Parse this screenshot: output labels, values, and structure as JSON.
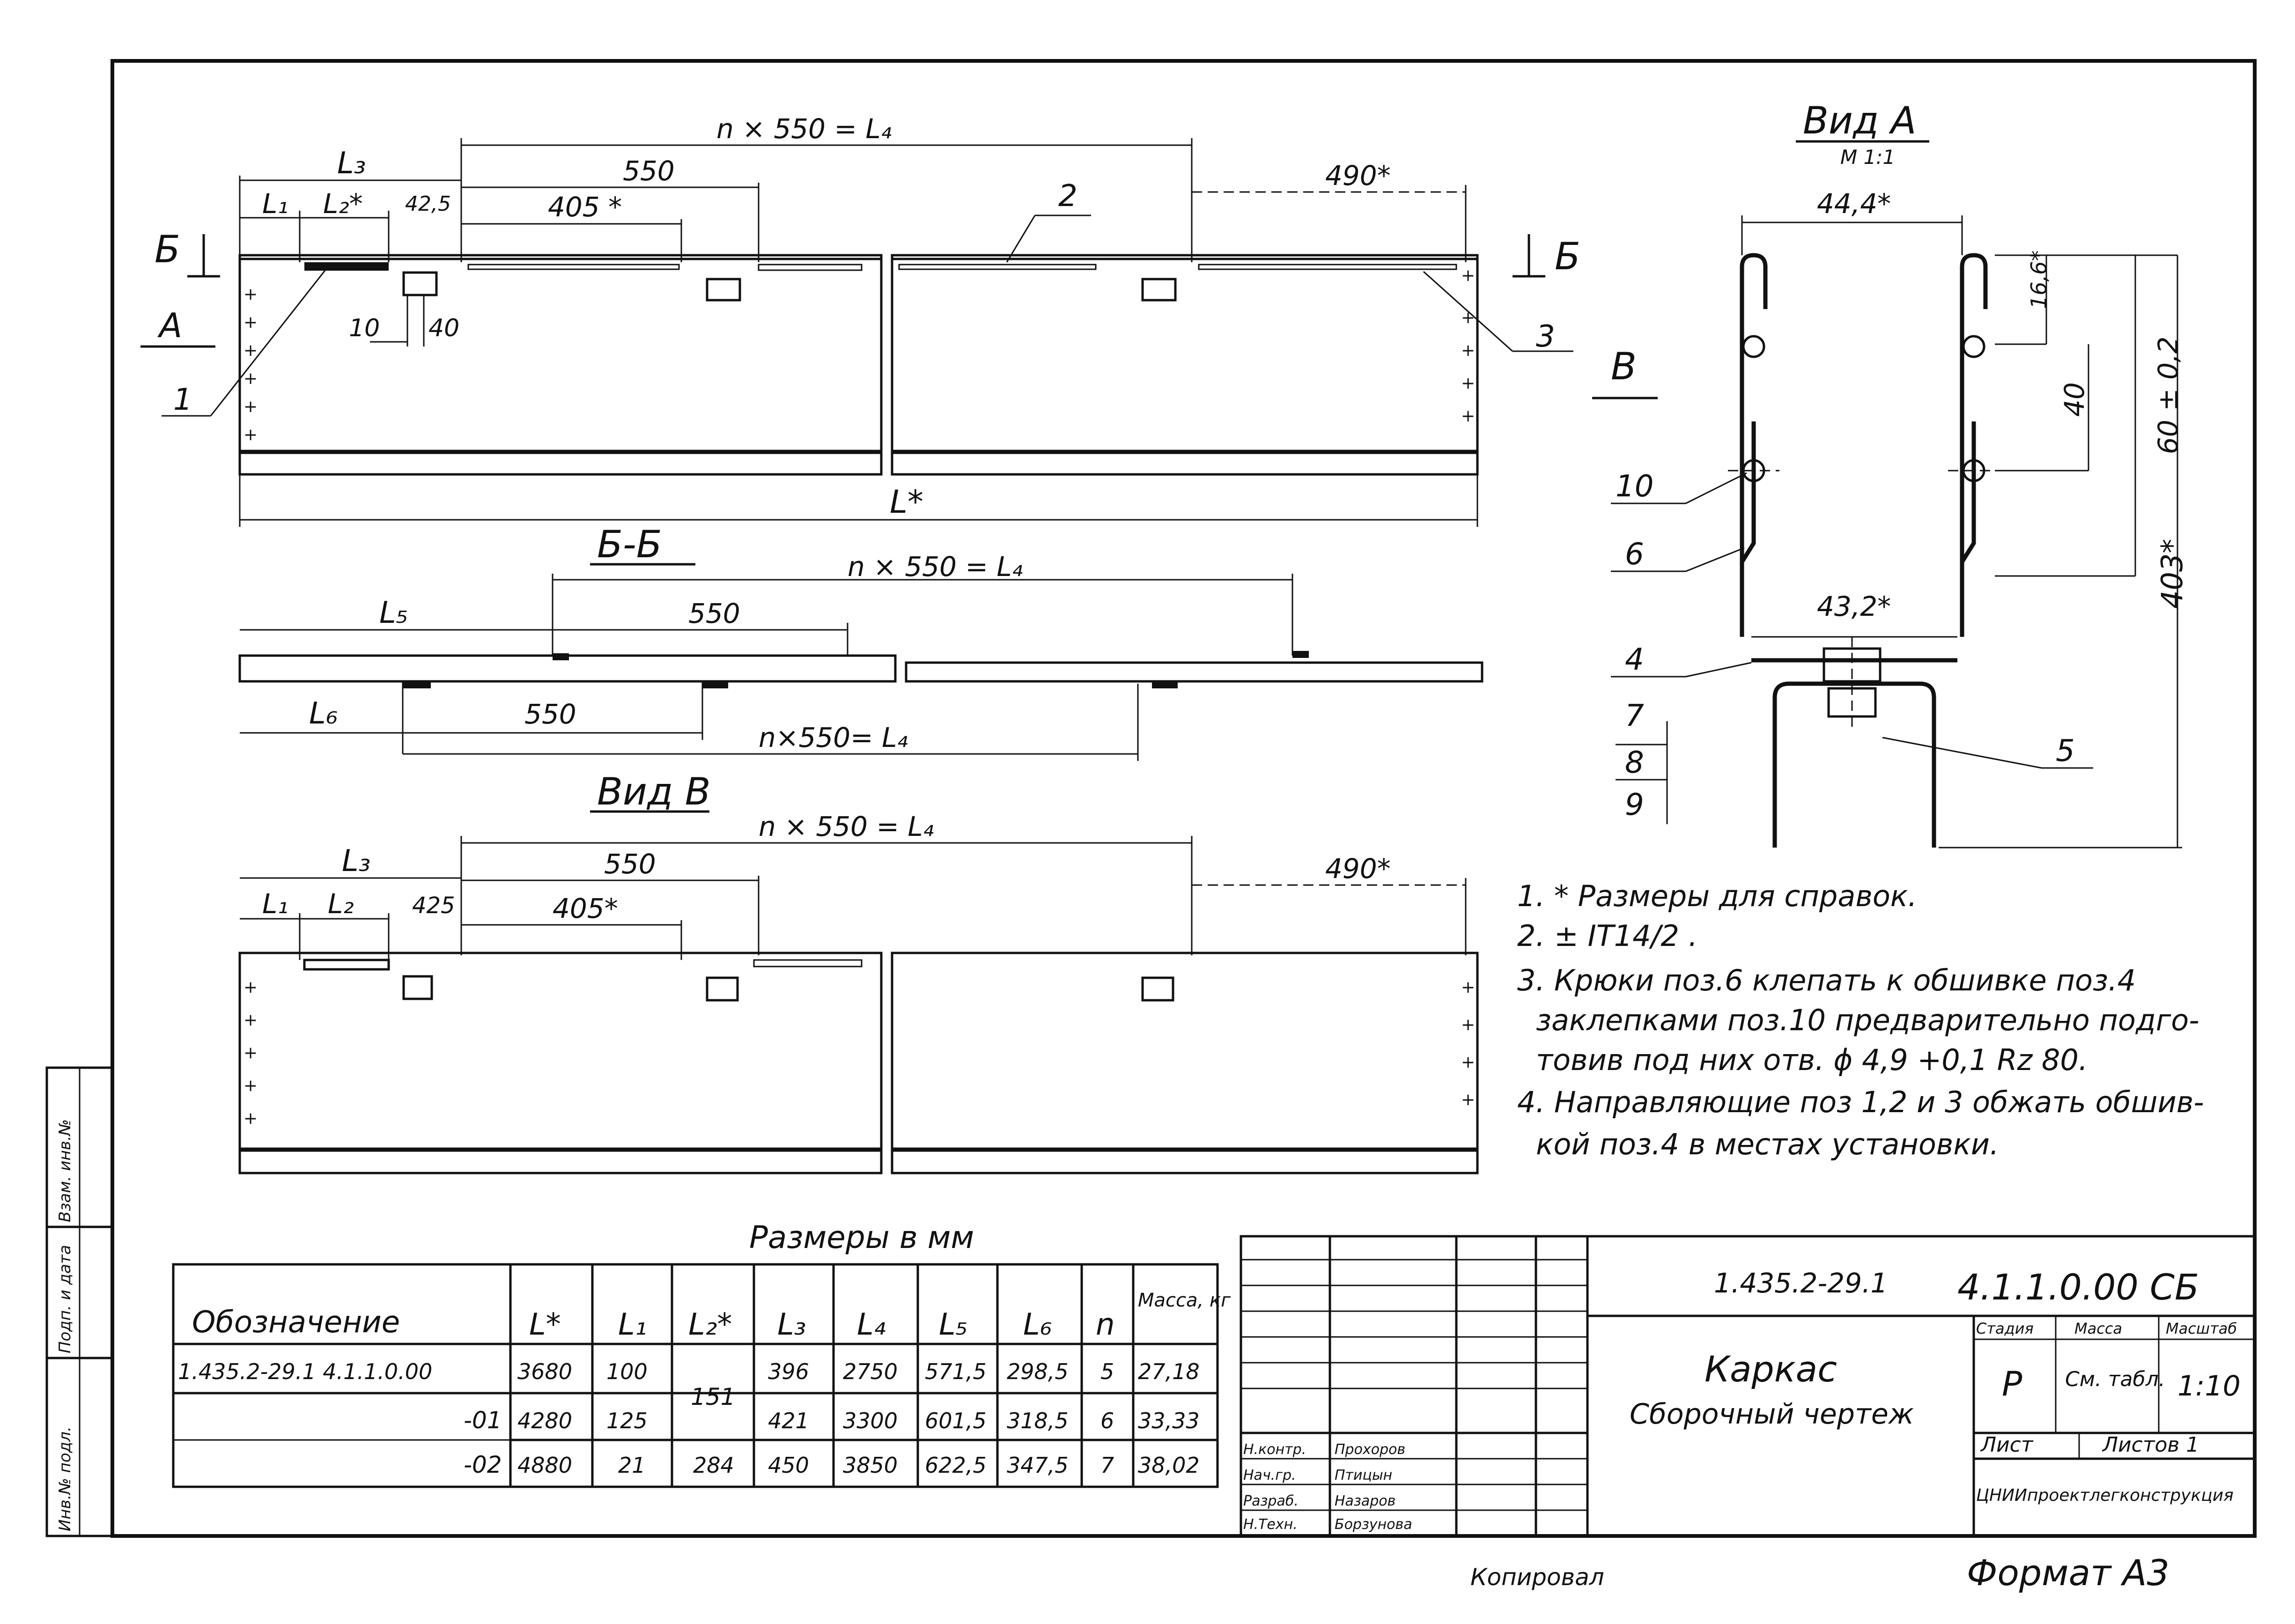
{
  "main_view": {
    "dims": {
      "n550_L4": "n × 550 = L₄",
      "L3": "L₃",
      "d550": "550",
      "d490": "490*",
      "L1": "L₁",
      "L2": "L₂*",
      "d425": "42,5",
      "d405": "405 *",
      "d10": "10",
      "d40": "40",
      "Lstar": "L*"
    },
    "callouts": {
      "c1": "1",
      "c2": "2",
      "c3": "3"
    },
    "cut_B": "Б",
    "view_A": "А",
    "view_V": "В"
  },
  "section_BB": {
    "title": "Б-Б",
    "dims": {
      "n550_top": "n × 550 = L₄",
      "L5": "L₅",
      "d550_top": "550",
      "L6": "L₆",
      "d550_bot": "550",
      "n550_bot": "n×550= L₄"
    }
  },
  "view_V": {
    "title": "Вид В",
    "dims": {
      "n550": "n × 550 = L₄",
      "L3": "L₃",
      "d550": "550",
      "d490": "490*",
      "L1": "L₁",
      "L2": "L₂",
      "d425": "425",
      "d405": "405*"
    }
  },
  "view_A": {
    "title": "Вид А",
    "scale": "М 1:1",
    "dims": {
      "w444": "44,4*",
      "d166": "16,6*",
      "d40": "40",
      "d60": "60 ± 0,2",
      "d403": "403*",
      "w432": "43,2*"
    },
    "callouts": {
      "c10": "10",
      "c6": "6",
      "c4": "4",
      "c7": "7",
      "c8": "8",
      "c9": "9",
      "c5": "5"
    }
  },
  "notes": [
    "1. * Размеры для справок.",
    "2. ± IT14/2 .",
    "3. Крюки поз.6 клепать к обшивке поз.4",
    "заклепками поз.10 предварительно подго-",
    "товив под них  отв. ϕ 4,9 +0,1 Rz 80.",
    "4. Направляющие поз 1,2 и 3 обжать обшив-",
    "кой поз.4 в местах установки."
  ],
  "size_table": {
    "caption": "Размеры в мм",
    "headers": [
      "Обозначение",
      "L*",
      "L₁",
      "L₂*",
      "L₃",
      "L₄",
      "L₅",
      "L₆",
      "n",
      "Масса, кг"
    ],
    "rows": [
      [
        "1.435.2-29.1  4.1.1.0.00",
        "3680",
        "100",
        "151",
        "396",
        "2750",
        "571,5",
        "298,5",
        "5",
        "27,18"
      ],
      [
        "-01",
        "4280",
        "125",
        "",
        "421",
        "3300",
        "601,5",
        "318,5",
        "6",
        "33,33"
      ],
      [
        "-02",
        "4880",
        "21",
        "284",
        "450",
        "3850",
        "622,5",
        "347,5",
        "7",
        "38,02"
      ]
    ]
  },
  "title_block": {
    "code": "1.435.2-29.1",
    "doc_number": "4.1.1.0.00 СБ",
    "name": "Каркас",
    "doc_type": "Сборочный чертеж",
    "stage_h": "Стадия",
    "mass_h": "Масса",
    "scale_h": "Масштаб",
    "stage": "Р",
    "mass": "См. табл.",
    "scale": "1:10",
    "sheet_h": "Лист",
    "sheets_h": "Листов 1",
    "org": "ЦНИИпроектлегконструкция",
    "roles": [
      "Н.контр.",
      "Нач.гр.",
      "Разраб.",
      "Н.Техн."
    ],
    "names": [
      "Прохоров",
      "Птицын",
      "Назаров",
      "Борзунова"
    ]
  },
  "side_stamp": [
    "Инв.№ подл.",
    "Подп. и дата",
    "Взам. инв.№"
  ],
  "copied": "Копировал",
  "format": "Формат А3"
}
